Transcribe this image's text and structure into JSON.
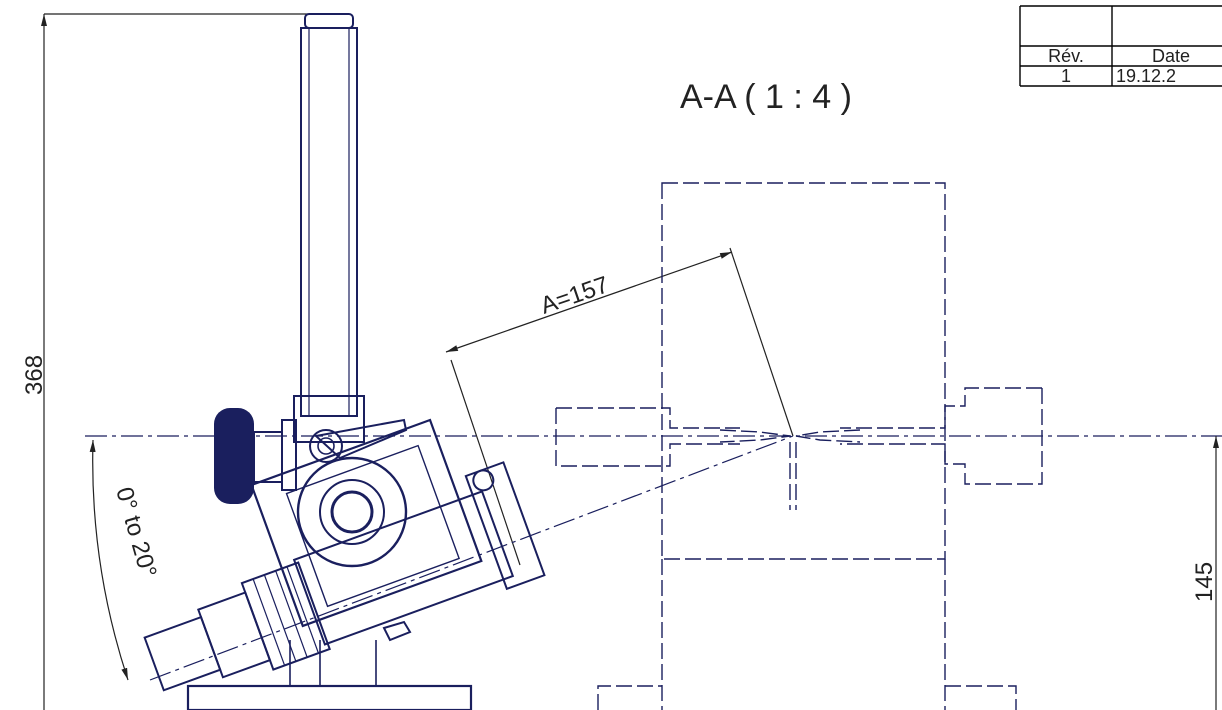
{
  "section_label": "A-A ( 1 : 4 )",
  "dimensions": {
    "total_height": "368",
    "arm_distance": "A=157",
    "tilt_range": "0° to 20°",
    "axis_height": "145"
  },
  "revision_table": {
    "headers": [
      "Rév.",
      "Date"
    ],
    "rows": [
      [
        "1",
        "19.12.2"
      ]
    ]
  },
  "colors": {
    "ink": "#1a1f5e",
    "dimension": "#222222",
    "table": "#000000"
  }
}
